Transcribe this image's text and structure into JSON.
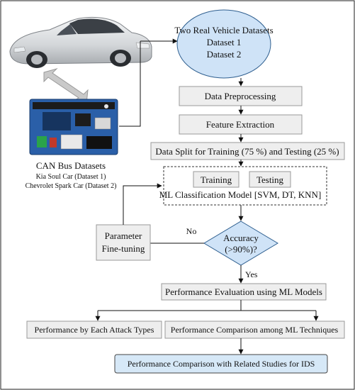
{
  "datasets_node": {
    "title": "Two Real Vehicle Datasets",
    "line1": "Dataset 1",
    "line2": "Dataset 2"
  },
  "steps": {
    "preprocessing": "Data Preprocessing",
    "feature_extraction": "Feature Extraction",
    "data_split": "Data Split for Training (75 %) and Testing (25 %)",
    "training": "Training",
    "testing": "Testing",
    "classification_model": "ML Classification Model [SVM, DT, KNN]",
    "parameter_line1": "Parameter",
    "parameter_line2": "Fine-tuning",
    "accuracy_line1": "Accuracy",
    "accuracy_line2": "(>90%)?",
    "no_label": "No",
    "yes_label": "Yes",
    "performance_evaluation": "Performance Evaluation using ML Models",
    "performance_attack": "Performance by Each Attack Types",
    "performance_comparison_ml": "Performance Comparison among ML Techniques",
    "performance_related": "Performance Comparison with Related Studies for IDS"
  },
  "can_bus": {
    "title": "CAN Bus Datasets",
    "car1": "Kia Soul Car (Dataset 1)",
    "car2": "Chevrolet Spark Car (Dataset 2)"
  },
  "colors": {
    "box_fill": "#eeeeee",
    "box_stroke": "#9a9a9a",
    "ellipse_fill": "#cfe3f7",
    "ellipse_stroke": "#2f5f8f",
    "diamond_fill": "#cfe3f7",
    "final_fill": "#d6e8f7",
    "board_blue": "#2a5fa8",
    "car_body": "#d9dcdf"
  }
}
